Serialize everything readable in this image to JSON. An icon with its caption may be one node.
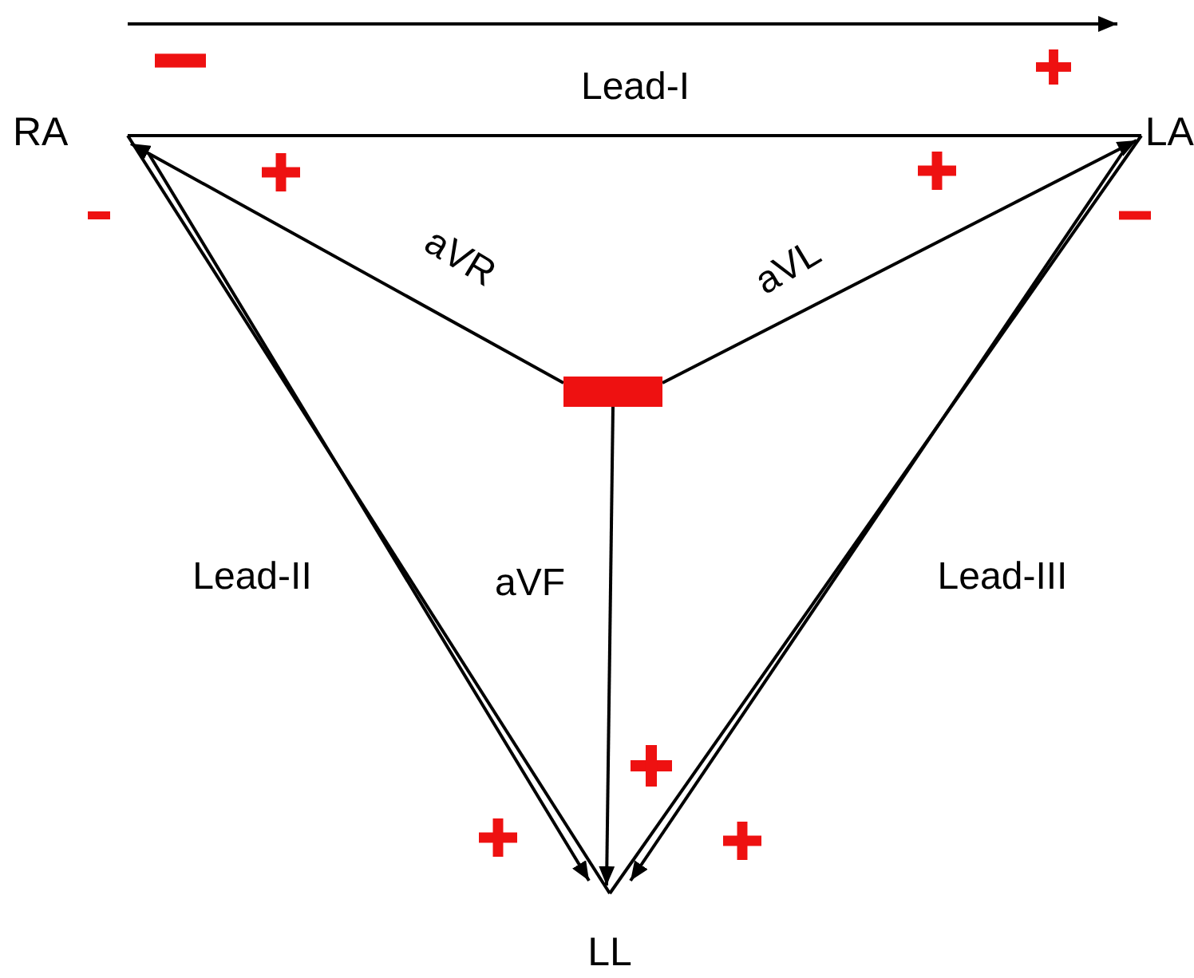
{
  "diagram": {
    "nodes": [
      {
        "text": [
          "RA"
        ]
      },
      {
        "text": [
          "LA"
        ]
      },
      {
        "text": [
          "LL"
        ]
      },
      {
        "text": [],
        "shape": "bar"
      }
    ],
    "edges": [
      {
        "from": 0,
        "to": 1,
        "arrow": "to",
        "label": "Lead-I"
      },
      {
        "from": 0,
        "to": 1,
        "arrow": "none"
      },
      {
        "from": 0,
        "to": 2,
        "arrow": "none"
      },
      {
        "from": 1,
        "to": 2,
        "arrow": "none"
      },
      {
        "from": 0,
        "to": 2,
        "arrow": "to",
        "label": "Lead-II"
      },
      {
        "from": 1,
        "to": 2,
        "arrow": "to",
        "label": "Lead-III"
      },
      {
        "from": 3,
        "to": 0,
        "arrow": "to",
        "label": "aVR"
      },
      {
        "from": 3,
        "to": 1,
        "arrow": "to",
        "label": "aVL"
      },
      {
        "from": 3,
        "to": 2,
        "arrow": "to",
        "label": "aVF"
      }
    ]
  }
}
